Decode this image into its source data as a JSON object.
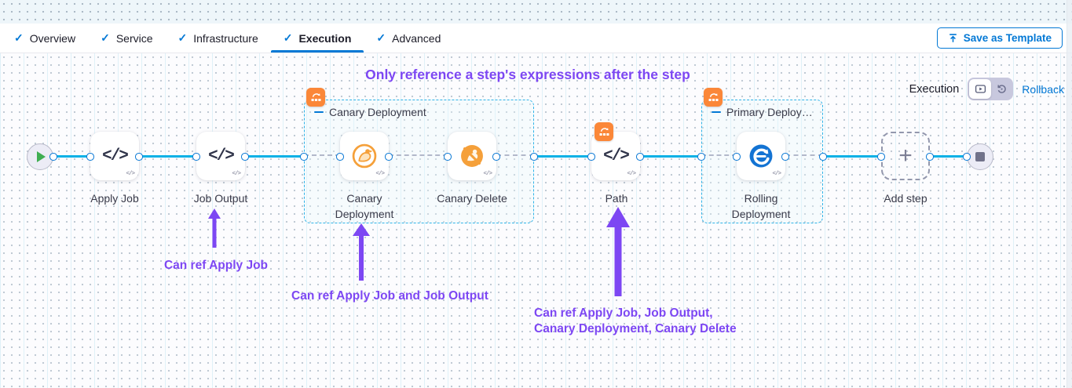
{
  "header": {
    "check_glyph": "✓",
    "tabs": [
      {
        "label": "Overview"
      },
      {
        "label": "Service"
      },
      {
        "label": "Infrastructure"
      },
      {
        "label": "Execution"
      },
      {
        "label": "Advanced"
      }
    ],
    "active_tab": "Execution",
    "save_as_template": "Save as Template"
  },
  "canvas": {
    "title": "Only reference a step's expressions after the step",
    "execution_label": "Execution",
    "rollback_label": "Rollback",
    "annotations": {
      "ref1": "Can ref Apply Job",
      "ref2": "Can ref Apply Job and Job Output",
      "ref3_line1": "Can ref Apply Job, Job Output,",
      "ref3_line2": "Canary Deployment, Canary Delete"
    }
  },
  "pipeline": {
    "code_glyph": "</>",
    "plus_glyph": "+",
    "steps": {
      "apply_job": "Apply Job",
      "job_output": "Job Output",
      "canary_deployment": "Canary Deployment",
      "canary_delete": "Canary Delete",
      "path": "Path",
      "rolling_deployment": "Rolling Deployment"
    },
    "groups": {
      "canary": "Canary Deployment",
      "primary": "Primary Deploy…"
    },
    "add_step_label": "Add step"
  },
  "colors": {
    "accent_blue": "#0278d5",
    "connector_blue": "#0ab1e6",
    "annotation_purple": "#7d47f3",
    "badge_orange": "#fb8738",
    "canary_orange": "#f5a03a",
    "rolling_blue": "#1373d3",
    "play_green": "#3fae52"
  }
}
